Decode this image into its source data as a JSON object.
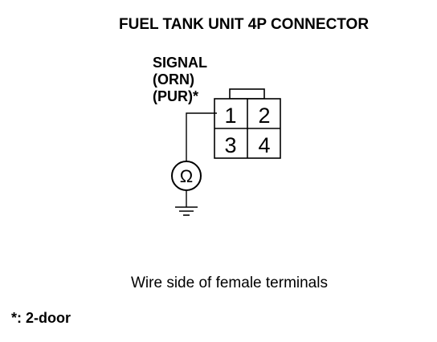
{
  "title": "FUEL TANK UNIT 4P CONNECTOR",
  "signal_label": {
    "line1": "SIGNAL",
    "line2": "(ORN)",
    "line3": "(PUR)*"
  },
  "connector": {
    "terminals": [
      "1",
      "2",
      "3",
      "4"
    ]
  },
  "meter_symbol": "Ω",
  "caption": "Wire side of female terminals",
  "footnote": "*: 2-door",
  "colors": {
    "ink": "#000000",
    "background": "#ffffff"
  }
}
